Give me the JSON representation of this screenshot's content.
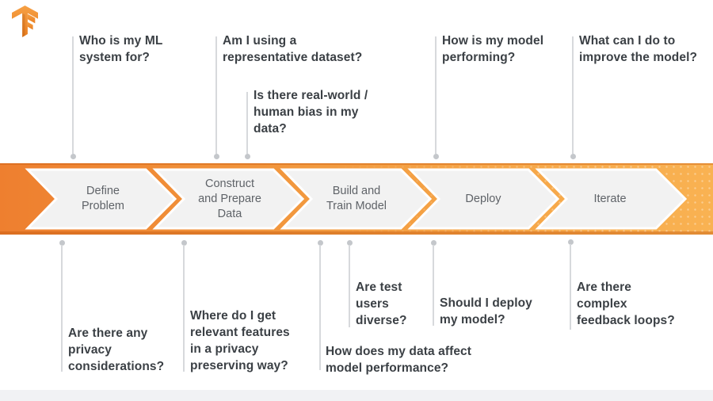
{
  "logo": {
    "alt": "TensorFlow logo"
  },
  "stages": [
    {
      "label": "Define\nProblem"
    },
    {
      "label": "Construct\nand Prepare\nData"
    },
    {
      "label": "Build and\nTrain Model"
    },
    {
      "label": "Deploy"
    },
    {
      "label": "Iterate"
    }
  ],
  "questions_top": [
    {
      "text": "Who is my ML\nsystem for?"
    },
    {
      "text": "Am I using a\nrepresentative dataset?"
    },
    {
      "text": "Is there real-world /\nhuman bias in my\ndata?"
    },
    {
      "text": "How is my model\nperforming?"
    },
    {
      "text": "What can I do to\nimprove the model?"
    }
  ],
  "questions_bottom": [
    {
      "text": "Are there any\nprivacy\nconsiderations?"
    },
    {
      "text": "Where do I get\nrelevant features\nin a privacy\npreserving way?"
    },
    {
      "text": "How does my data affect\nmodel performance?"
    },
    {
      "text": "Are test\nusers\ndiverse?"
    },
    {
      "text": "Should I deploy\nmy model?"
    },
    {
      "text": "Are there\ncomplex\nfeedback loops?"
    }
  ],
  "colors": {
    "banner_start": "#ee7f2f",
    "banner_end": "#f9b252",
    "chevron_fill": "#f2f2f2",
    "chevron_stroke": "#ffffff",
    "question_text": "#3b4045",
    "stage_text": "#5f6368",
    "connector_line": "#d7d9dc",
    "connector_dot": "#c4c7cb",
    "logo_orange_dark": "#e97e1f",
    "logo_orange_light": "#f6a044"
  }
}
